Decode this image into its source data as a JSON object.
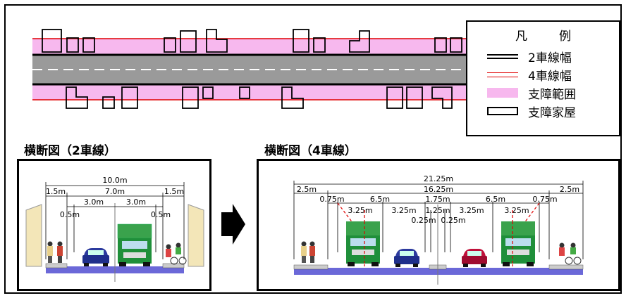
{
  "legend": {
    "title": "凡　例",
    "items": [
      {
        "label": "2車線幅",
        "swatch": "black-line"
      },
      {
        "label": "4車線幅",
        "swatch": "red-line"
      },
      {
        "label": "支障範囲",
        "swatch": "pink-band"
      },
      {
        "label": "支障家屋",
        "swatch": "house-box"
      }
    ]
  },
  "sections": {
    "two_lane": {
      "title": "横断図（2車線）",
      "dims": {
        "total": "10.0m",
        "sidewalk_left": "1.5m",
        "road": "7.0m",
        "sidewalk_right": "1.5m",
        "lane_left": "3.0m",
        "lane_right": "3.0m",
        "shoulder_left": "0.5m",
        "shoulder_right": "0.5m"
      }
    },
    "four_lane": {
      "title": "横断図（4車線）",
      "dims": {
        "total": "21.25m",
        "sidewalk_left": "2.5m",
        "road": "16.25m",
        "sidewalk_right": "2.5m",
        "shoulder_left": "0.75m",
        "road_left": "6.5m",
        "median": "1.75m",
        "road_right": "6.5m",
        "shoulder_right": "0.75m",
        "lane1": "3.25m",
        "lane2": "3.25m",
        "median_gap": "1.25m",
        "lane3": "3.25m",
        "lane4": "3.25m",
        "median_offset_left": "0.25m",
        "median_offset_right": "0.25m"
      }
    }
  },
  "colors": {
    "pink_band": "#f7b8ee",
    "road_gray": "#9a9a9a",
    "red_line": "#e00000",
    "truck_green": "#1f8f3a",
    "ground_blue": "#6b68d8"
  }
}
